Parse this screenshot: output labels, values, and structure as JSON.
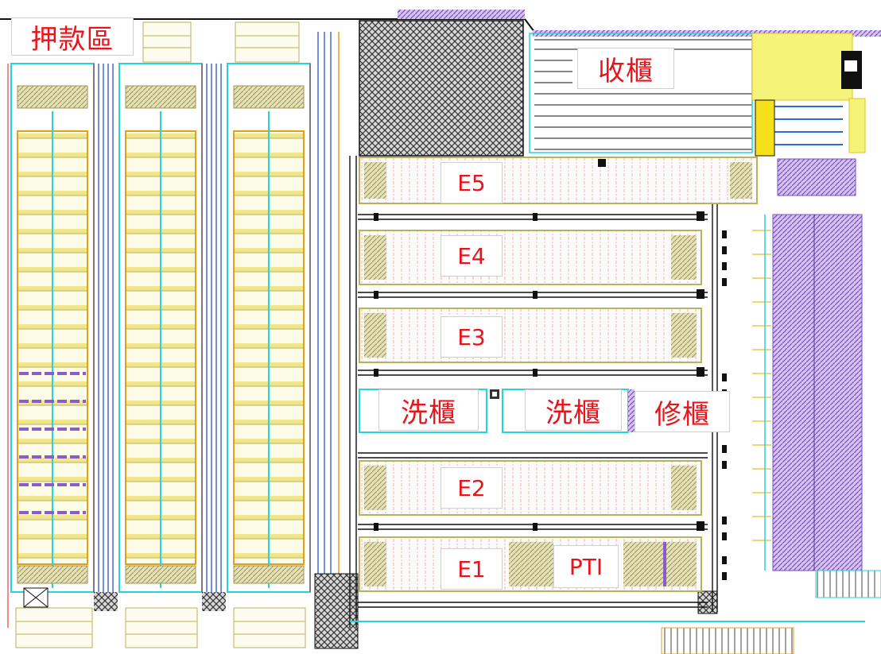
{
  "labels": {
    "deposit": "押款區",
    "receive": "收櫃",
    "wash_left": "洗櫃",
    "wash_right": "洗櫃",
    "repair": "修櫃",
    "pti": "PTI"
  },
  "blocks": {
    "e5": "E5",
    "e4": "E4",
    "e3": "E3",
    "e2": "E2",
    "e1": "E1"
  },
  "colors": {
    "cyan": "#27d4dc",
    "olive": "#b7b35a",
    "yellow": "#f7f14a",
    "purple": "#9a6fd6",
    "red": "#e8141c",
    "dark": "#1a1a1a"
  }
}
